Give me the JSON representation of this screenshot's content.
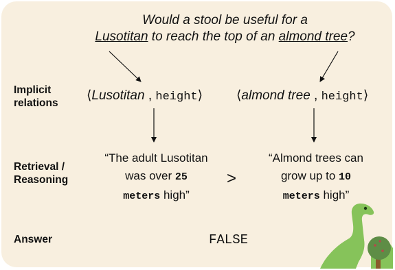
{
  "question": {
    "line1": "Would a stool be useful for a",
    "line2_entity1": "Lusotitan",
    "line2_middle": " to reach the top of an ",
    "line2_entity2": "almond tree",
    "line2_end": "?"
  },
  "rows": {
    "implicit_label_1": "Implicit",
    "implicit_label_2": "relations",
    "retrieval_label_1": "Retrieval /",
    "retrieval_label_2": "Reasoning",
    "answer_label": "Answer"
  },
  "relations": [
    {
      "open": "⟨",
      "entity": "Lusotitan",
      "sep": " , ",
      "relation": "height",
      "close": "⟩"
    },
    {
      "open": "⟨",
      "entity": "almond tree",
      "sep": " , ",
      "relation": "height",
      "close": "⟩"
    }
  ],
  "facts": [
    {
      "line1": "“The adult Lusotitan",
      "line2_pre": "was over ",
      "line2_bold": "25",
      "line3_bold": "meters",
      "line3_post": " high”"
    },
    {
      "line1": "“Almond trees can",
      "line2_pre": "grow up to ",
      "line2_bold": "10",
      "line3_bold": "meters",
      "line3_post": " high”"
    }
  ],
  "comparison": ">",
  "answer": "FALSE",
  "colors": {
    "background": "#f8efdf",
    "dino": "#86c35a",
    "tree_trunk": "#8a5a2b",
    "tree_foliage": "#5e8d46"
  }
}
